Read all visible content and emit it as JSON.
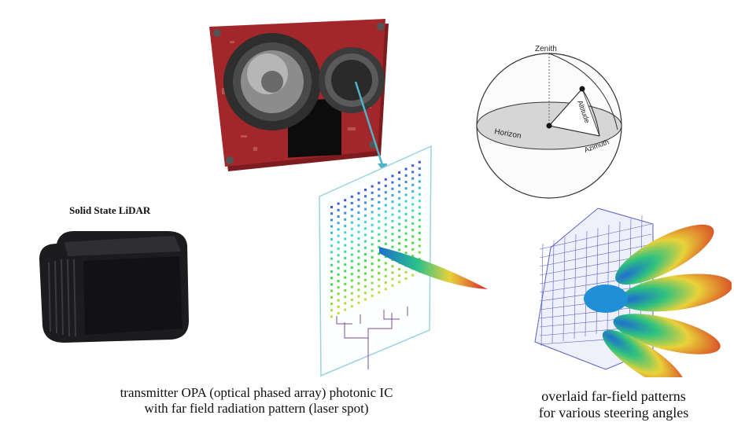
{
  "labels": {
    "solid_state_lidar": "Solid State LiDAR",
    "opa_caption_line1": "transmitter OPA (optical phased array) photonic IC",
    "opa_caption_line2": "with far field radiation pattern (laser spot)",
    "farfield_caption_line1": "overlaid far-field patterns",
    "farfield_caption_line2": "for various steering angles"
  },
  "sphere": {
    "zenith": "Zenith",
    "altitude": "Altitude",
    "horizon": "Horizon",
    "azimuth": "Azimuth"
  },
  "colors": {
    "pcb": "#9b2226",
    "arrow": "#4fb3c8",
    "opa_frame": "#9ad3df",
    "lidar_body": "#1c1c1e",
    "grid_lines": "#5b5fc7"
  }
}
